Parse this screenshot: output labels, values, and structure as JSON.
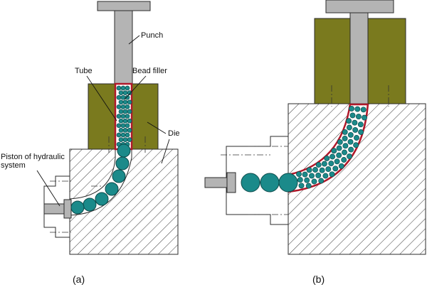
{
  "labels": {
    "punch": "Punch",
    "tube": "Tube",
    "bead_filler": "Bead filler",
    "die": "Die",
    "piston_line1": "Piston of hydraulic",
    "piston_line2": "system"
  },
  "captions": {
    "a": "(a)",
    "b": "(b)"
  },
  "colors": {
    "die_block": "#7a7a1e",
    "punch": "#b4b4b4",
    "bead": "#1b8a8a",
    "bead_outline": "#0c4a4a",
    "tube_wall": "#b0182a",
    "hatch": "#3a3a3a",
    "outline": "#2b2b2b"
  }
}
